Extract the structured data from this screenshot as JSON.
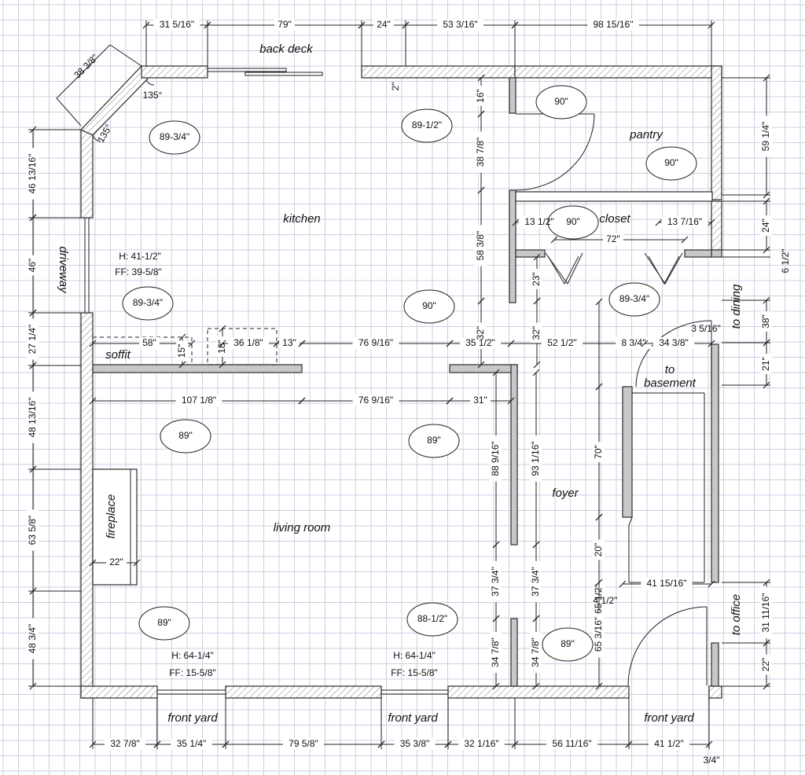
{
  "rooms": {
    "back_deck": "back deck",
    "kitchen": "kitchen",
    "pantry": "pantry",
    "closet": "closet",
    "driveway": "driveway",
    "soffit": "soffit",
    "to_dining": "to dining",
    "to_basement_1": "to",
    "to_basement_2": "basement",
    "fireplace": "fireplace",
    "living_room": "living room",
    "foyer": "foyer",
    "to_office": "to office",
    "front_yard": "front yard"
  },
  "ceilings": {
    "k1": "89-3/4\"",
    "k2": "89-1/2\"",
    "p1": "90\"",
    "p2": "90\"",
    "c1": "90\"",
    "k3": "89-3/4\"",
    "k4": "90\"",
    "f1": "89-3/4\"",
    "l1": "89\"",
    "l2": "89\"",
    "l3": "89\"",
    "l4": "88-1/2\"",
    "f2": "89\""
  },
  "windows": {
    "kitchen_h": "H: 41-1/2\"",
    "kitchen_ff": "FF: 39-5/8\"",
    "living_left_h": "H: 64-1/4\"",
    "living_left_ff": "FF: 15-5/8\"",
    "living_right_h": "H: 64-1/4\"",
    "living_right_ff": "FF: 15-5/8\""
  },
  "angles": {
    "a1": "135°",
    "a2": "135°"
  },
  "dims": {
    "top1": "31 5/16\"",
    "top2": "79\"",
    "top3": "24\"",
    "top4": "53 3/16\"",
    "top5": "98 15/16\"",
    "diag": "38 3/8\"",
    "two": "2\"",
    "left1": "46 13/16\"",
    "left2": "46\"",
    "left3": "27 1/4\"",
    "left4": "48 13/16\"",
    "left5": "63 5/8\"",
    "left6": "48 3/4\"",
    "pan16": "16\"",
    "pan38": "38 7/8\"",
    "k58": "58 3/8\"",
    "k32": "32\"",
    "c13a": "13 1/2\"",
    "c13b": "13 7/16\"",
    "c72": "72\"",
    "c23": "23\"",
    "c32": "32\"",
    "r59": "59 1/4\"",
    "r24": "24\"",
    "r6": "6 1/2\"",
    "r38": "38\"",
    "r21": "21\"",
    "s58": "58\"",
    "s15": "15\"",
    "s18": "18\"",
    "s36": "36 1/8\"",
    "s13": "13\"",
    "s76": "76 9/16\"",
    "s35": "35 1/2\"",
    "s52": "52 1/2\"",
    "f65a": "65 1/2\"",
    "f8": "8 3/4\"",
    "f3": "3 5/16\"",
    "f34": "34 3/8\"",
    "m107": "107 1/8\"",
    "m76": "76 9/16\"",
    "m31": "31\"",
    "v88": "88 9/16\"",
    "v93": "93 1/16\"",
    "v70": "70\"",
    "v20": "20\"",
    "fp22": "22\"",
    "st41": "41 15/16\"",
    "st4": "4 1/2\"",
    "v37a": "37 3/4\"",
    "v37b": "37 3/4\"",
    "v34a": "34 7/8\"",
    "v34b": "34 7/8\"",
    "v65b": "65 3/16\"",
    "o31": "31 11/16\"",
    "o22": "22\"",
    "b1": "32 7/8\"",
    "b2": "35 1/4\"",
    "b3": "79 5/8\"",
    "b4": "35 3/8\"",
    "b5": "32 1/16\"",
    "b6": "56 11/16\"",
    "b7": "41 1/2\"",
    "b8": "3/4\""
  }
}
